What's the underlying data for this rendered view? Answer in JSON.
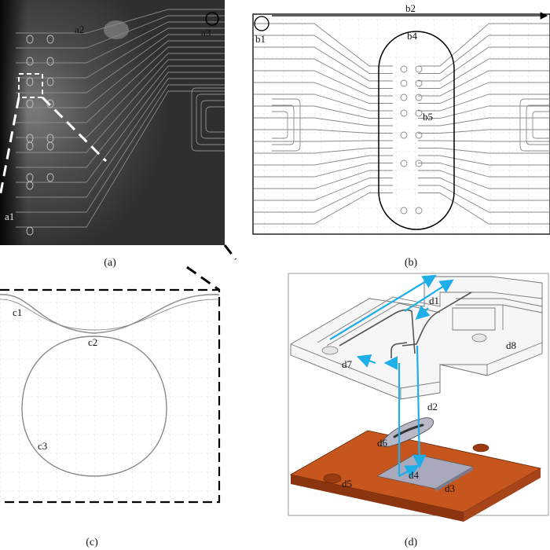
{
  "panel_a": {
    "caption": "(a)",
    "labels": {
      "a1": "a1",
      "a2": "a2",
      "a3": "a3"
    }
  },
  "panel_b": {
    "caption": "(b)",
    "labels": {
      "b1": "b1",
      "b2": "b2",
      "b4": "b4",
      "b5": "b5"
    }
  },
  "panel_c": {
    "caption": "(c)",
    "labels": {
      "c1": "c1",
      "c2": "c2",
      "c3": "c3"
    }
  },
  "panel_d": {
    "caption": "(d)",
    "labels": {
      "d1": "d1",
      "d2": "d2",
      "d3": "d3",
      "d4": "d4",
      "d5": "d5",
      "d6": "d6",
      "d7": "d7",
      "d8": "d8"
    }
  },
  "colors": {
    "arrow": "#1eaee8",
    "copper": "#c6561d",
    "chip": "#a8a8bc",
    "photo_bg": "#3a3a3a"
  }
}
